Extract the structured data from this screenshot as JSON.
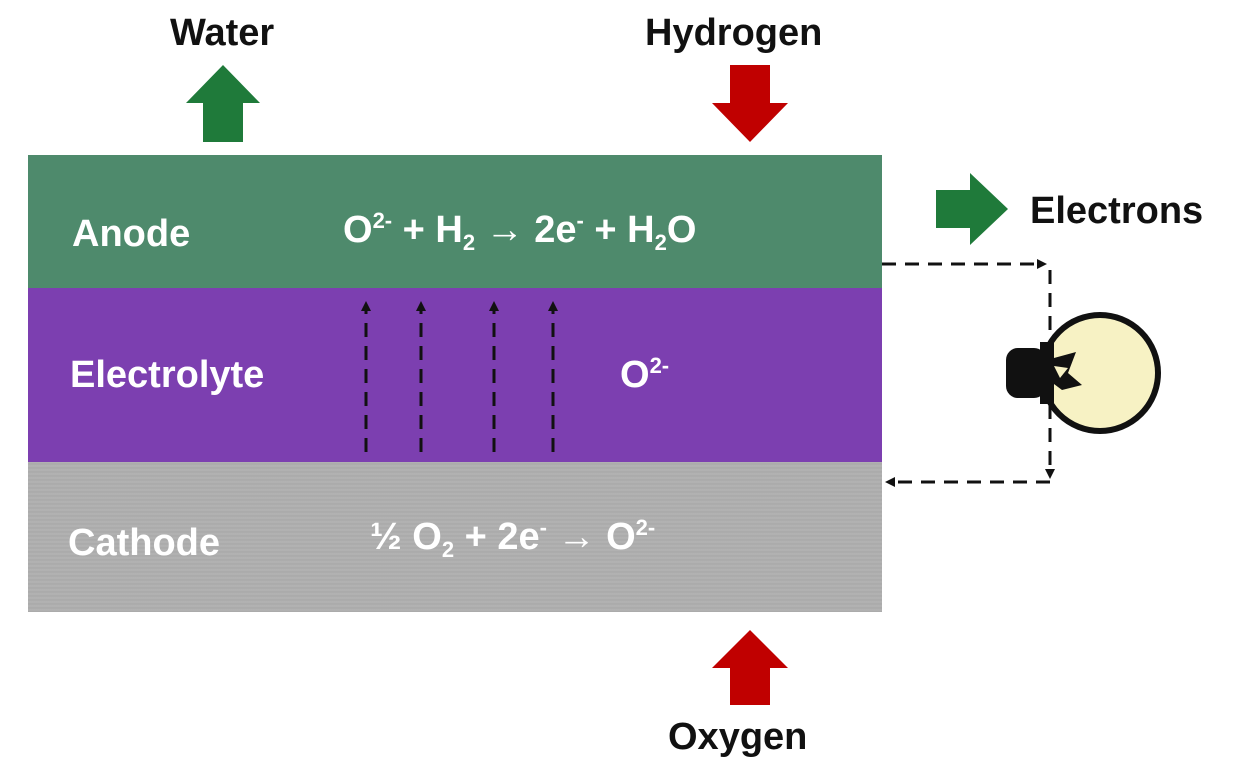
{
  "labels": {
    "water": "Water",
    "hydrogen": "Hydrogen",
    "electrons": "Electrons",
    "oxygen": "Oxygen"
  },
  "layers": {
    "anode": {
      "name": "Anode",
      "reaction": {
        "p1": "O",
        "p1_sup": "2-",
        "p2": " + H",
        "p2_sub": "2",
        "arrow": " → ",
        "p3": "2e",
        "p3_sup": "-",
        "p4": " + H",
        "p4_sub": "2",
        "p5": "O"
      }
    },
    "electrolyte": {
      "name": "Electrolyte",
      "ion": {
        "base": "O",
        "sup": "2-"
      }
    },
    "cathode": {
      "name": "Cathode",
      "reaction": {
        "p1": "½ O",
        "p1_sub": "2",
        "p2": " + 2e",
        "p2_sup": "-",
        "arrow": " → ",
        "p3": "O",
        "p3_sup": "2-"
      }
    }
  },
  "colors": {
    "anode": "#4e8a6c",
    "electrolyte": "#7c3fb0",
    "cathode": "#aaaaaa",
    "outflow_arrow": "#1f7a3a",
    "inflow_arrow": "#c00000",
    "bulb_glass": "#f7f2c4"
  },
  "icons": {
    "bulb": "light-bulb-icon",
    "water_arrow": "up-arrow-icon",
    "hydrogen_arrow": "down-arrow-icon",
    "oxygen_arrow": "up-arrow-icon",
    "electrons_arrow": "right-arrow-icon"
  }
}
